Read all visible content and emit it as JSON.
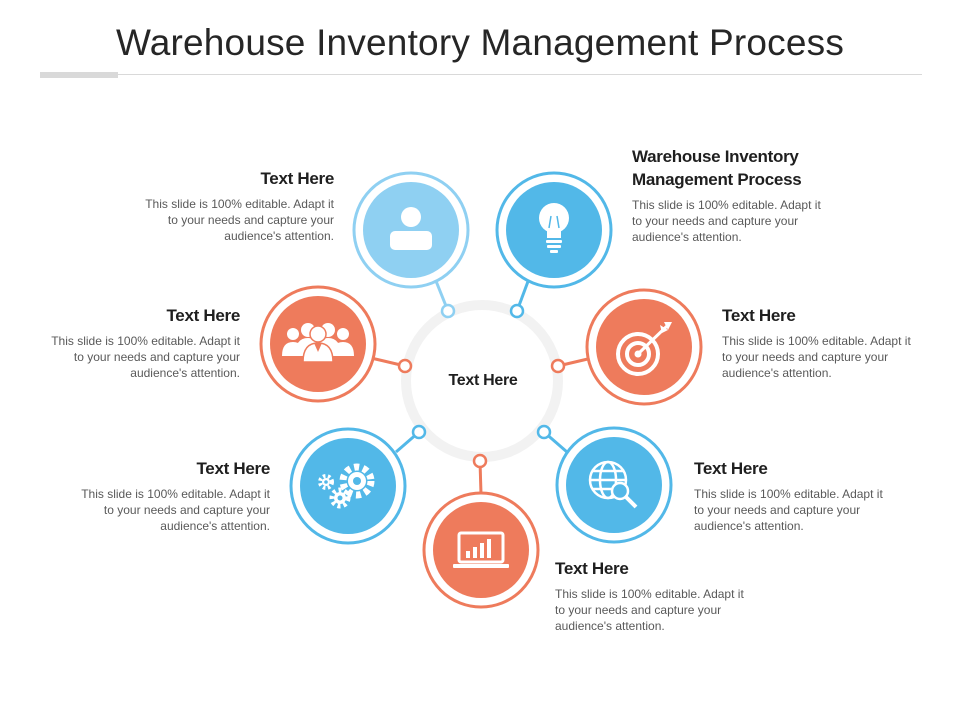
{
  "title": "Warehouse Inventory Management Process",
  "center": {
    "label": "Text Here"
  },
  "colors": {
    "blue_light": "#8fd0f2",
    "blue": "#52b8e8",
    "orange": "#ee7b5c",
    "ring": "#f2f2f2"
  },
  "items": [
    {
      "heading": "Text Here",
      "body": "This slide is 100% editable. Adapt it to your needs and capture your audience's attention.",
      "icon": "user-icon"
    },
    {
      "heading": "Warehouse Inventory Management Process",
      "body": "This slide is 100% editable. Adapt it to your needs and capture your audience's attention.",
      "icon": "lightbulb-icon"
    },
    {
      "heading": "Text Here",
      "body": "This slide is 100% editable. Adapt it to your needs and capture your audience's attention.",
      "icon": "target-icon"
    },
    {
      "heading": "Text Here",
      "body": "This slide is 100% editable. Adapt it to your needs and capture your audience's attention.",
      "icon": "globe-search-icon"
    },
    {
      "heading": "Text Here",
      "body": "This slide is 100% editable. Adapt it to your needs and capture your audience's attention.",
      "icon": "laptop-chart-icon"
    },
    {
      "heading": "Text Here",
      "body": "This slide is 100% editable. Adapt it to your needs and capture your audience's attention.",
      "icon": "gears-icon"
    },
    {
      "heading": "Text Here",
      "body": "This slide is 100% editable. Adapt it to your needs and capture your audience's attention.",
      "icon": "team-icon"
    }
  ]
}
